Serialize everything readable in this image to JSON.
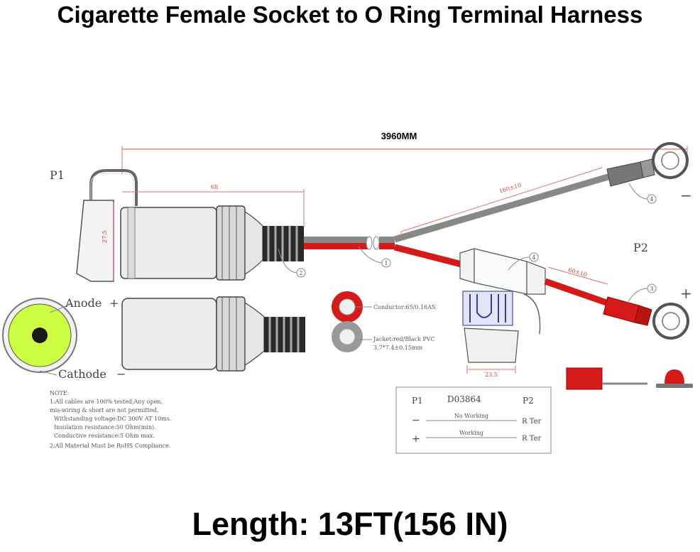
{
  "title": "Cigarette Female Socket to O Ring Terminal Harness",
  "footer": "Length: 13FT(156 IN)",
  "diagram": {
    "total_length": "3960MM",
    "p1": "P1",
    "p2": "P2",
    "anode": "Anode",
    "cathode": "Cathode",
    "plus": "+",
    "minus": "−",
    "dims": {
      "socket_len": "68",
      "socket_dia": "27.5",
      "neg_branch": "160±10",
      "pos_branch": "60±10",
      "fuse_cap": "23.5"
    },
    "callouts": [
      "1",
      "2",
      "3",
      "4",
      "4"
    ],
    "cable_spec": {
      "conductor": "Conductor:65/0.16AS",
      "jacket": "Jacket:red/Black PVC",
      "size": "3.7*7.4±0.15mm"
    },
    "notes": [
      "NOTE:",
      "1:All cables are 100% tested;Any open,",
      "mis-wiring & short are not permitted.",
      "Withstanding voltage:DC 300V AT 10ms.",
      "Insulation resistance:50 Ohm(min).",
      "Conductive resistance:5 Ohm max.",
      "2:All Material Must be RoHS Compliance."
    ],
    "table": {
      "col1": "P1",
      "code": "D03864",
      "col3": "P2",
      "row1_sym": "−",
      "row1_label": "No Working",
      "row1_end": "R Ter",
      "row2_sym": "+",
      "row2_label": "Working",
      "row2_end": "R Ter"
    }
  }
}
